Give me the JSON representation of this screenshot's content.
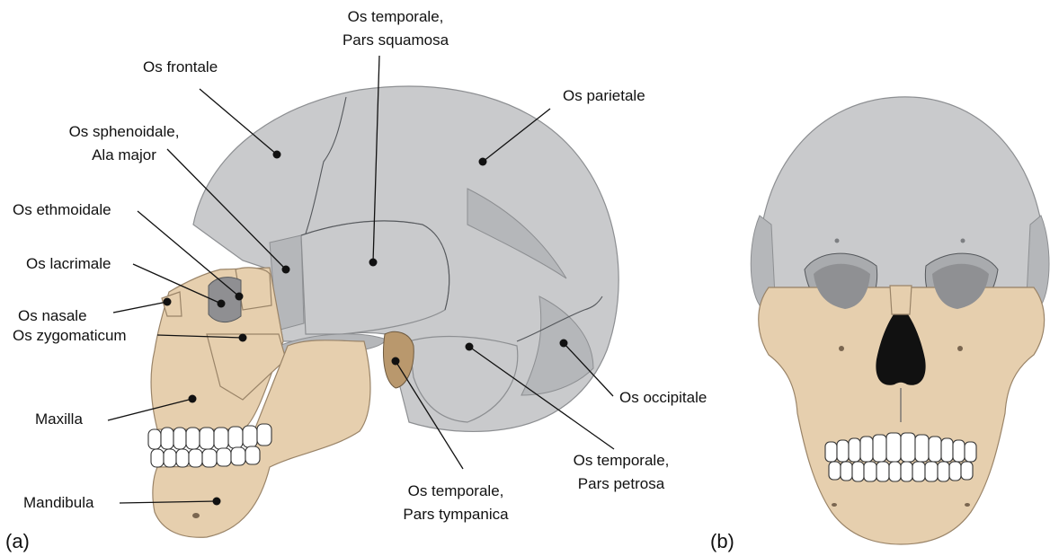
{
  "panels": {
    "a": "(a)",
    "b": "(b)"
  },
  "labels": {
    "os_frontale": "Os frontale",
    "os_temporale_squamosa": [
      "Os temporale,",
      "Pars squamosa"
    ],
    "os_parietale": "Os parietale",
    "os_sphenoidale": [
      "Os sphenoidale,",
      "Ala major"
    ],
    "os_ethmoidale": "Os ethmoidale",
    "os_lacrimale": "Os lacrimale",
    "os_nasale": "Os nasale",
    "os_zygomaticum": "Os zygomaticum",
    "maxilla": "Maxilla",
    "mandibula": "Mandibula",
    "os_occipitale": "Os occipitale",
    "os_temporale_petrosa": [
      "Os temporale,",
      "Pars petrosa"
    ],
    "os_temporale_tympanica": [
      "Os temporale,",
      "Pars tympanica"
    ]
  },
  "colors": {
    "neurocranium": "#c9cacc",
    "viscerocranium": "#e6cfae",
    "teeth": "#ffffff",
    "text": "#111111"
  }
}
